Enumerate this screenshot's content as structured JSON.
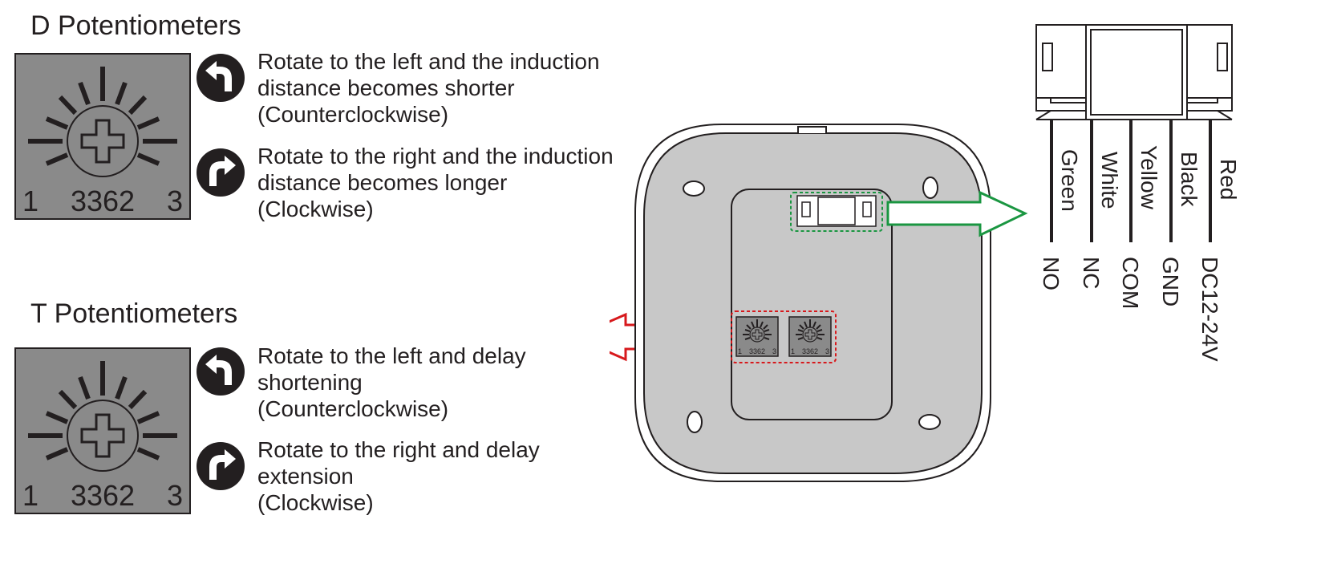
{
  "sections": [
    {
      "heading": "D Potentiometers",
      "pot": {
        "left_label": "1",
        "center_label": "3362",
        "right_label": "3"
      },
      "rotate_left": [
        "Rotate to the left and the induction",
        "distance becomes shorter",
        "(Counterclockwise)"
      ],
      "rotate_right": [
        "Rotate to the right and the induction",
        "distance becomes longer",
        "(Clockwise)"
      ],
      "icons": {
        "left": "rotate-counterclockwise-icon",
        "right": "rotate-clockwise-icon"
      }
    },
    {
      "heading": "T Potentiometers",
      "pot": {
        "left_label": "1",
        "center_label": "3362",
        "right_label": "3"
      },
      "rotate_left": [
        "Rotate to the left and delay",
        "shortening",
        "(Counterclockwise)"
      ],
      "rotate_right": [
        "Rotate to the right and delay",
        "extension",
        "(Clockwise)"
      ],
      "icons": {
        "left": "rotate-counterclockwise-icon",
        "right": "rotate-clockwise-icon"
      }
    }
  ],
  "device": {
    "mini_pots": [
      {
        "left_label": "1",
        "center_label": "3362",
        "right_label": "3"
      },
      {
        "left_label": "1",
        "center_label": "3362",
        "right_label": "3"
      }
    ],
    "highlight_colors": {
      "connector": "#1a9641",
      "potentiometers": "#d7191c"
    }
  },
  "wires": [
    {
      "color": "Green",
      "terminal": "NO"
    },
    {
      "color": "White",
      "terminal": "NC"
    },
    {
      "color": "Yellow",
      "terminal": "COM"
    },
    {
      "color": "Black",
      "terminal": "GND"
    },
    {
      "color": "Red",
      "terminal": "DC12-24V"
    }
  ]
}
